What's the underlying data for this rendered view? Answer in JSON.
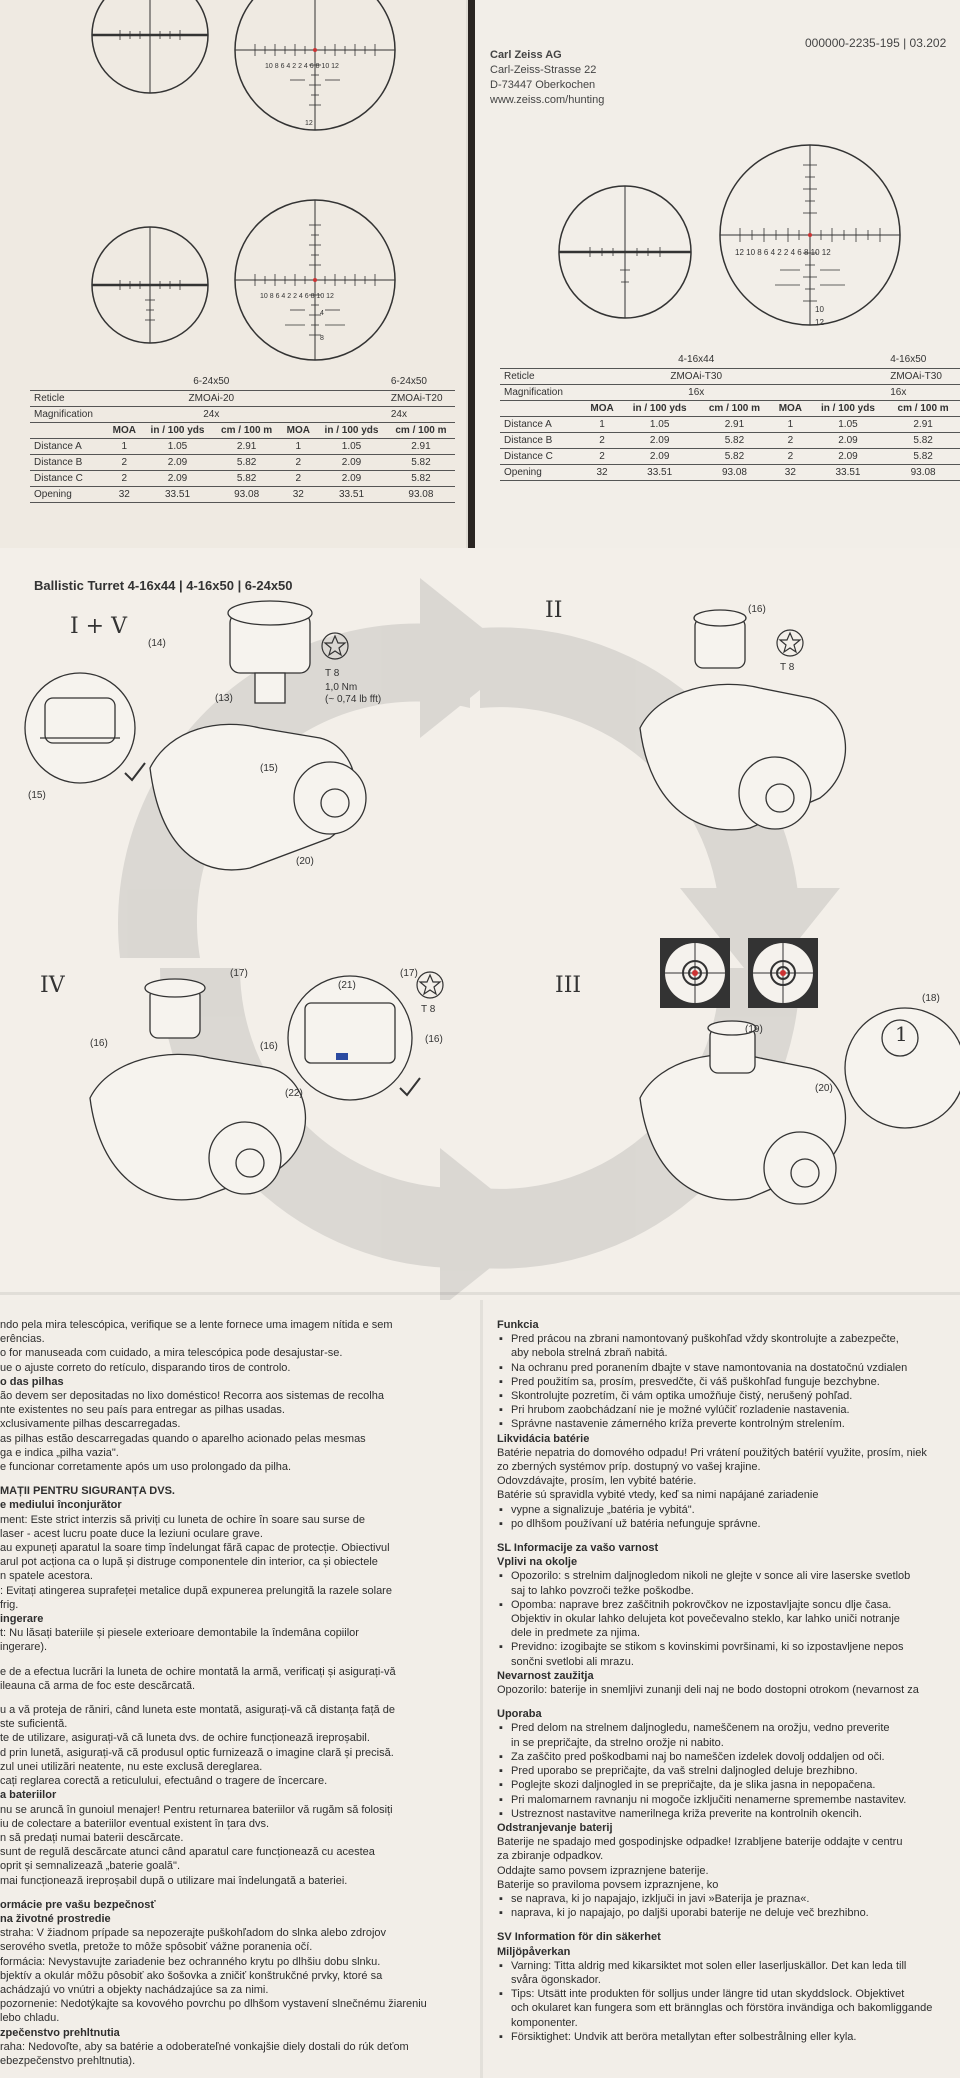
{
  "top_right": {
    "company": "Carl Zeiss AG",
    "address_lines": [
      "Carl-Zeiss-Strasse 22",
      "D-73447 Oberkochen",
      "www.zeiss.com/hunting"
    ],
    "doc_number": "000000-2235-195 | 03.202"
  },
  "left_table": {
    "scopes": [
      "6-24x50",
      "6-24x50"
    ],
    "reticle_label": "Reticle",
    "reticles": [
      "ZMOAi-20",
      "ZMOAi-T20"
    ],
    "magnification_label": "Magnification",
    "magnifications": [
      "24x",
      "24x"
    ],
    "units": [
      "MOA",
      "in / 100 yds",
      "cm / 100 m",
      "MOA",
      "in / 100 yds",
      "cm / 100 m"
    ],
    "rows": [
      {
        "label": "Distance A",
        "values": [
          "1",
          "1.05",
          "2.91",
          "1",
          "1.05",
          "2.91"
        ]
      },
      {
        "label": "Distance B",
        "values": [
          "2",
          "2.09",
          "5.82",
          "2",
          "2.09",
          "5.82"
        ]
      },
      {
        "label": "Distance C",
        "values": [
          "2",
          "2.09",
          "5.82",
          "2",
          "2.09",
          "5.82"
        ]
      },
      {
        "label": "Opening",
        "values": [
          "32",
          "33.51",
          "93.08",
          "32",
          "33.51",
          "93.08"
        ]
      }
    ]
  },
  "right_table": {
    "scopes": [
      "4-16x44",
      "4-16x50"
    ],
    "reticle_label": "Reticle",
    "reticles": [
      "ZMOAi-T30",
      "ZMOAi-T30"
    ],
    "magnification_label": "Magnification",
    "magnifications": [
      "16x",
      "16x"
    ],
    "units": [
      "MOA",
      "in / 100 yds",
      "cm / 100 m",
      "MOA",
      "in / 100 yds",
      "cm / 100 m"
    ],
    "rows": [
      {
        "label": "Distance A",
        "values": [
          "1",
          "1.05",
          "2.91",
          "1",
          "1.05",
          "2.91"
        ]
      },
      {
        "label": "Distance B",
        "values": [
          "2",
          "2.09",
          "5.82",
          "2",
          "2.09",
          "5.82"
        ]
      },
      {
        "label": "Distance C",
        "values": [
          "2",
          "2.09",
          "5.82",
          "2",
          "2.09",
          "5.82"
        ]
      },
      {
        "label": "Opening",
        "values": [
          "32",
          "33.51",
          "93.08",
          "32",
          "33.51",
          "93.08"
        ]
      }
    ]
  },
  "reticle_scale": [
    "12",
    "10",
    "8",
    "6",
    "4",
    "2",
    "2",
    "4",
    "6",
    "8",
    "10",
    "12"
  ],
  "ballistic": {
    "title": "Ballistic Turret 4-16x44 | 4-16x50 | 6-24x50",
    "steps": [
      "I + V",
      "II",
      "III",
      "IV"
    ],
    "callouts": [
      "(13)",
      "(14)",
      "(15)",
      "(15)",
      "(16)",
      "(16)",
      "(16)",
      "(16)",
      "(17)",
      "(17)",
      "(18)",
      "(19)",
      "(20)",
      "(20)",
      "(21)",
      "(22)"
    ],
    "tool": "T 8",
    "torque_nm": "1,0 Nm",
    "torque_lbft": "(~ 0,74 lb fft)",
    "coin_label": "1"
  },
  "bottom_left_lines": [
    {
      "t": "ndo pela mira telescópica, verifique se a lente fornece uma imagem nítida e sem",
      "s": "ln"
    },
    {
      "t": "erências.",
      "s": "ln"
    },
    {
      "t": "o for manuseada com cuidado, a mira telescópica pode desajustar-se.",
      "s": "ln"
    },
    {
      "t": "ue o ajuste correto do retículo, disparando tiros de controlo.",
      "s": "ln"
    },
    {
      "t": "o das pilhas",
      "s": "h"
    },
    {
      "t": "ão devem ser depositadas no lixo doméstico! Recorra aos sistemas de recolha",
      "s": "ln"
    },
    {
      "t": "nte existentes no seu país para entregar as pilhas usadas.",
      "s": "ln"
    },
    {
      "t": "xclusivamente pilhas descarregadas.",
      "s": "ln"
    },
    {
      "t": "as pilhas estão descarregadas quando o aparelho acionado pelas mesmas",
      "s": "ln"
    },
    {
      "t": "ga e indica „pilha vazia\".",
      "s": "ln"
    },
    {
      "t": "e funcionar corretamente após um uso prolongado da pilha.",
      "s": "ln"
    },
    {
      "t": "",
      "s": "gap"
    },
    {
      "t": "MAȚII PENTRU SIGURANȚA DVS.",
      "s": "h"
    },
    {
      "t": "e mediului înconjurător",
      "s": "h"
    },
    {
      "t": "ment: Este strict interzis să priviți cu luneta de ochire în soare sau surse de",
      "s": "ln"
    },
    {
      "t": "laser - acest lucru poate duce la leziuni oculare grave.",
      "s": "ln"
    },
    {
      "t": "au expuneți aparatul la soare timp îndelungat fără capac de protecție. Obiectivul",
      "s": "ln"
    },
    {
      "t": "arul pot acționa ca o lupă și distruge componentele din interior, ca și obiectele",
      "s": "ln"
    },
    {
      "t": "n spatele acestora.",
      "s": "ln"
    },
    {
      "t": ": Evitați atingerea suprafeței metalice după expunerea prelungită la razele solare",
      "s": "ln"
    },
    {
      "t": "frig.",
      "s": "ln"
    },
    {
      "t": "ingerare",
      "s": "h"
    },
    {
      "t": "t: Nu lăsați bateriile și piesele exterioare demontabile la îndemâna copiilor",
      "s": "ln"
    },
    {
      "t": "ingerare).",
      "s": "ln"
    },
    {
      "t": "",
      "s": "gap"
    },
    {
      "t": "e de a efectua lucrări la luneta de ochire montată la armă, verificați și asigurați-vă",
      "s": "ln"
    },
    {
      "t": "ileauna că arma de foc este descărcată.",
      "s": "ln"
    },
    {
      "t": "",
      "s": "gap"
    },
    {
      "t": "u a vă proteja de răniri, când luneta este montată, asigurați-vă că distanța față de",
      "s": "ln"
    },
    {
      "t": "ste suficientă.",
      "s": "ln"
    },
    {
      "t": "te de utilizare, asigurați-vă că luneta dvs. de ochire funcționează ireproșabil.",
      "s": "ln"
    },
    {
      "t": "d prin lunetă, asigurați-vă că produsul optic furnizează o imagine clară și precisă.",
      "s": "ln"
    },
    {
      "t": "zul unei utilizări neatente, nu este exclusă dereglarea.",
      "s": "ln"
    },
    {
      "t": "cați reglarea corectă a reticulului, efectuând o tragere de încercare.",
      "s": "ln"
    },
    {
      "t": "a bateriilor",
      "s": "h"
    },
    {
      "t": "nu se aruncă în gunoiul menajer! Pentru returnarea bateriilor vă rugăm să folosiți",
      "s": "ln"
    },
    {
      "t": "iu de colectare a bateriilor eventual existent în țara dvs.",
      "s": "ln"
    },
    {
      "t": "n să predați numai baterii descărcate.",
      "s": "ln"
    },
    {
      "t": "sunt de regulă descărcate atunci când aparatul care funcționează cu acestea",
      "s": "ln"
    },
    {
      "t": "oprit și semnalizează „baterie goală\".",
      "s": "ln"
    },
    {
      "t": "mai funcționează ireproșabil după o utilizare mai îndelungată a bateriei.",
      "s": "ln"
    },
    {
      "t": "",
      "s": "gap"
    },
    {
      "t": "ormácie pre vašu bezpečnosť",
      "s": "h"
    },
    {
      "t": "na životné prostredie",
      "s": "h"
    },
    {
      "t": "straha: V žiadnom prípade sa nepozerajte puškohľadom do slnka alebo zdrojov",
      "s": "ln"
    },
    {
      "t": "serového svetla, pretože to môže spôsobiť vážne poranenia očí.",
      "s": "ln"
    },
    {
      "t": "formácia: Nevystavujte zariadenie bez ochranného krytu po dlhšiu dobu slnku.",
      "s": "ln"
    },
    {
      "t": "bjektív a okulár môžu pôsobiť ako šošovka a zničiť konštrukčné prvky, ktoré sa",
      "s": "ln"
    },
    {
      "t": "achádzajú vo vnútri a objekty nachádzajúce sa za nimi.",
      "s": "ln"
    },
    {
      "t": "pozornenie: Nedotýkajte sa kovového povrchu po dlhšom vystavení slnečnému žiareniu",
      "s": "ln"
    },
    {
      "t": "lebo chladu.",
      "s": "ln"
    },
    {
      "t": "zpečenstvo prehltnutia",
      "s": "h"
    },
    {
      "t": "raha: Nedovoľte, aby sa batérie a odoberateľné vonkajšie diely dostali do rúk deťom",
      "s": "ln"
    },
    {
      "t": "ebezpečenstvo prehltnutia).",
      "s": "ln"
    }
  ],
  "bottom_right_lines": [
    {
      "t": "Funkcia",
      "s": "h"
    },
    {
      "t": "Pred prácou na zbrani namontovaný puškohľad vždy skontrolujte a zabezpečte,",
      "s": "b"
    },
    {
      "t": "aby nebola strelná zbraň nabitá.",
      "s": "ln2"
    },
    {
      "t": "Na ochranu pred poranením dbajte v stave namontovania na dostatočnú vzdialen",
      "s": "b"
    },
    {
      "t": "Pred použitím sa, prosím, presvedčte, či váš puškohľad funguje bezchybne.",
      "s": "b"
    },
    {
      "t": "Skontrolujte pozretím, či vám optika umožňuje čistý, nerušený pohľad.",
      "s": "b"
    },
    {
      "t": "Pri hrubom zaobchádzaní nie je možné vylúčiť rozladenie nastavenia.",
      "s": "b"
    },
    {
      "t": "Správne nastavenie zámerného kríža preverte kontrolným strelením.",
      "s": "b"
    },
    {
      "t": "Likvidácia batérie",
      "s": "h"
    },
    {
      "t": "Batérie nepatria do domového odpadu! Pri vrátení použitých batérií využite, prosím, niek",
      "s": "ln"
    },
    {
      "t": "zo zberných systémov príp. dostupný vo vašej krajine.",
      "s": "ln"
    },
    {
      "t": "Odovzdávajte, prosím, len vybité batérie.",
      "s": "ln"
    },
    {
      "t": "Batérie sú spravidla vybité vtedy, keď sa nimi napájané zariadenie",
      "s": "ln"
    },
    {
      "t": "vypne a signalizuje „batéria je vybitá\".",
      "s": "b"
    },
    {
      "t": "po dlhšom používaní už batéria nefunguje správne.",
      "s": "b"
    },
    {
      "t": "",
      "s": "gap"
    },
    {
      "t": "SL Informacije za vašo varnost",
      "s": "h"
    },
    {
      "t": "Vplivi na okolje",
      "s": "h"
    },
    {
      "t": "Opozorilo: s strelnim daljnogledom nikoli ne glejte v sonce ali vire laserske svetlob",
      "s": "b"
    },
    {
      "t": "saj to lahko povzroči težke poškodbe.",
      "s": "ln2"
    },
    {
      "t": "Opomba: naprave brez zaščitnih pokrovčkov ne izpostavljajte soncu dlje časa.",
      "s": "b"
    },
    {
      "t": "Objektiv in okular lahko delujeta kot povečevalno steklo, kar lahko uniči notranje",
      "s": "ln2"
    },
    {
      "t": "dele in predmete za njima.",
      "s": "ln2"
    },
    {
      "t": "Previdno: izogibajte se stikom s kovinskimi površinami, ki so izpostavljene nepos",
      "s": "b"
    },
    {
      "t": "sončni svetlobi ali mrazu.",
      "s": "ln2"
    },
    {
      "t": "Nevarnost zaužitja",
      "s": "h"
    },
    {
      "t": "Opozorilo: baterije in snemljivi zunanji deli naj ne bodo dostopni otrokom (nevarnost za",
      "s": "ln"
    },
    {
      "t": "",
      "s": "gap"
    },
    {
      "t": "Uporaba",
      "s": "h"
    },
    {
      "t": "Pred delom na strelnem daljnogledu, nameščenem na orožju, vedno preverite",
      "s": "b"
    },
    {
      "t": "in se prepričajte, da strelno orožje ni nabito.",
      "s": "ln2"
    },
    {
      "t": "Za zaščito pred poškodbami naj bo nameščen izdelek dovolj oddaljen od oči.",
      "s": "b"
    },
    {
      "t": "Pred uporabo se prepričajte, da vaš strelni daljnogled deluje brezhibno.",
      "s": "b"
    },
    {
      "t": "Poglejte skozi daljnogled in se prepričajte, da je slika jasna in nepopačena.",
      "s": "b"
    },
    {
      "t": "Pri malomarnem ravnanju ni mogoče izključiti nenamerne spremembe nastavitev.",
      "s": "b"
    },
    {
      "t": "Ustreznost nastavitve namerilnega križa preverite na kontrolnih okencih.",
      "s": "b"
    },
    {
      "t": "Odstranjevanje baterij",
      "s": "h"
    },
    {
      "t": "Baterije ne spadajo med gospodinjske odpadke! Izrabljene baterije oddajte v centru",
      "s": "ln"
    },
    {
      "t": "za zbiranje odpadkov.",
      "s": "ln"
    },
    {
      "t": "Oddajte samo povsem izpraznjene baterije.",
      "s": "ln"
    },
    {
      "t": "Baterije so praviloma povsem izpraznjene, ko",
      "s": "ln"
    },
    {
      "t": "se naprava, ki jo napajajo, izključi in javi »Baterija je prazna«.",
      "s": "b"
    },
    {
      "t": "naprava, ki jo napajajo, po daljši uporabi baterije ne deluje več brezhibno.",
      "s": "b"
    },
    {
      "t": "",
      "s": "gap"
    },
    {
      "t": "SV Information för din säkerhet",
      "s": "h"
    },
    {
      "t": "Miljöpåverkan",
      "s": "h"
    },
    {
      "t": "Varning: Titta aldrig med kikarsiktet mot solen eller laserljuskällor. Det kan leda till",
      "s": "b"
    },
    {
      "t": "svåra ögonskador.",
      "s": "ln2"
    },
    {
      "t": "Tips: Utsätt inte produkten för solljus under längre tid utan skyddslock. Objektivet",
      "s": "b"
    },
    {
      "t": "och okularet kan fungera som ett brännglas och förstöra invändiga och bakomliggande",
      "s": "ln2"
    },
    {
      "t": "komponenter.",
      "s": "ln2"
    },
    {
      "t": "Försiktighet: Undvik att beröra metallytan efter solbestrålning eller kyla.",
      "s": "b"
    }
  ]
}
